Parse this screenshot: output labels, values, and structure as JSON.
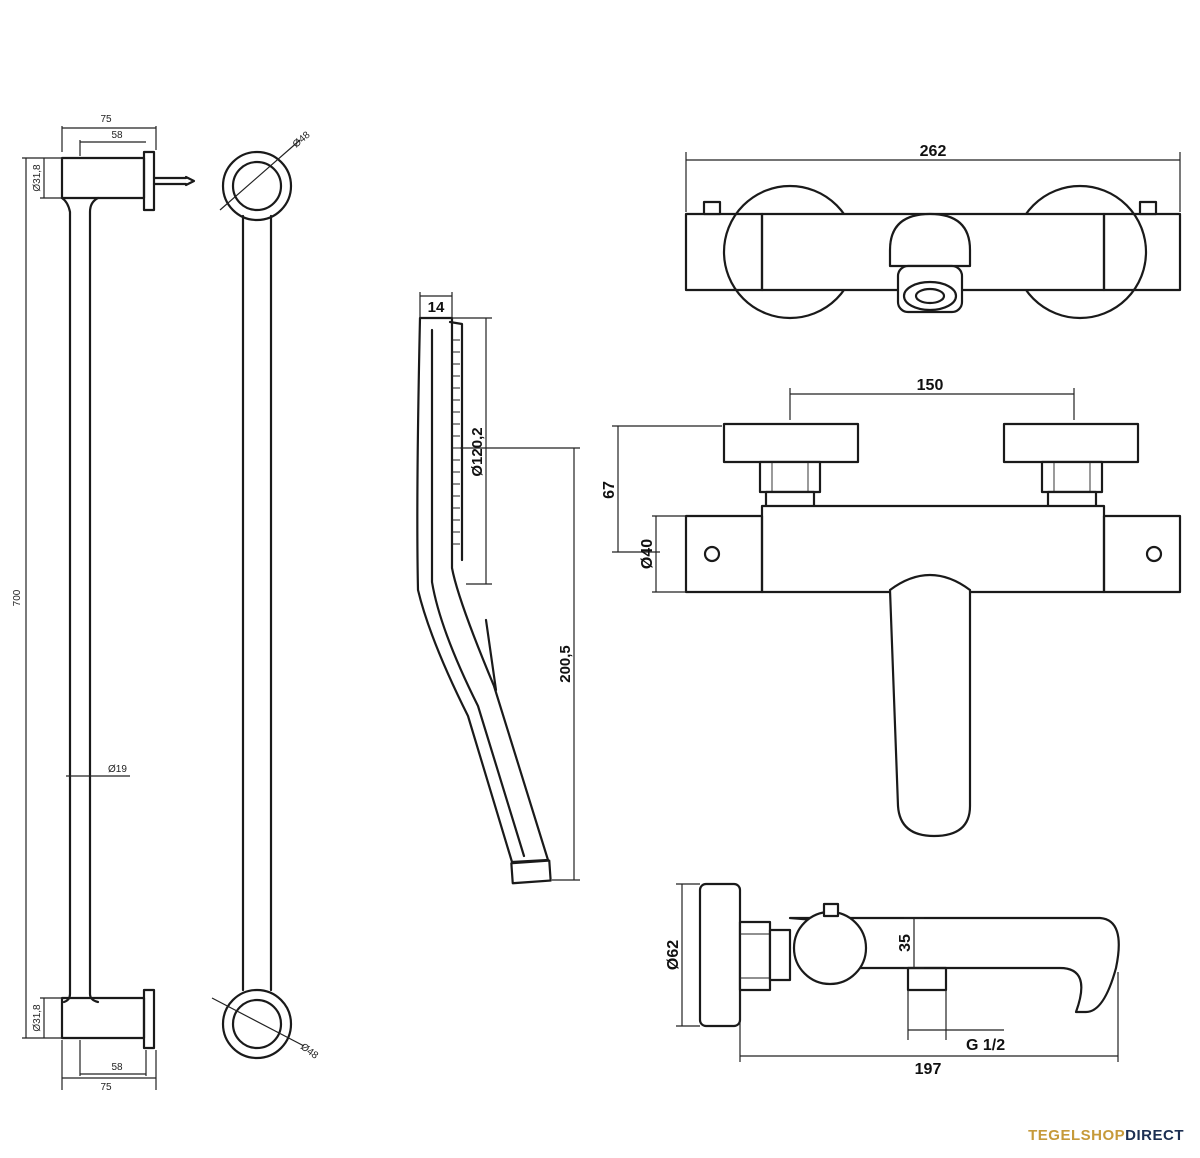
{
  "rail": {
    "width_total": "75",
    "width_bracket": "58",
    "bracket_diameter_top": "Ø31,8",
    "bracket_diameter_bottom": "Ø31,8",
    "rail_diameter": "Ø19",
    "length": "700",
    "width_bracket_bottom": "58",
    "width_total_bottom": "75",
    "round_diameter_top": "Ø48",
    "round_diameter_bottom": "Ø48"
  },
  "handshower": {
    "head_depth": "14",
    "head_diameter": "Ø120,2",
    "total_length": "200,5"
  },
  "mixer_top": {
    "total_width": "262"
  },
  "mixer_front": {
    "connection_spacing": "150",
    "height": "67",
    "body_diameter": "Ø40"
  },
  "mixer_side": {
    "flange_diameter": "Ø62",
    "spout_height": "35",
    "outlet_thread": "G 1/2",
    "depth": "197"
  },
  "brand": {
    "part1": "TEGELSHOP",
    "part2": "DIRECT"
  }
}
